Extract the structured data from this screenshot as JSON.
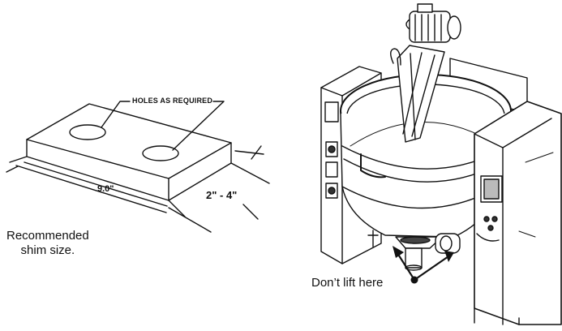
{
  "shim": {
    "holes_label": "HOLES AS REQUIRED",
    "length_label": "9.0\"",
    "width_label": "2\" - 4\"",
    "caption_line1": "Recommended",
    "caption_line2": "shim size."
  },
  "kettle": {
    "warning_label": "Don’t lift here"
  }
}
